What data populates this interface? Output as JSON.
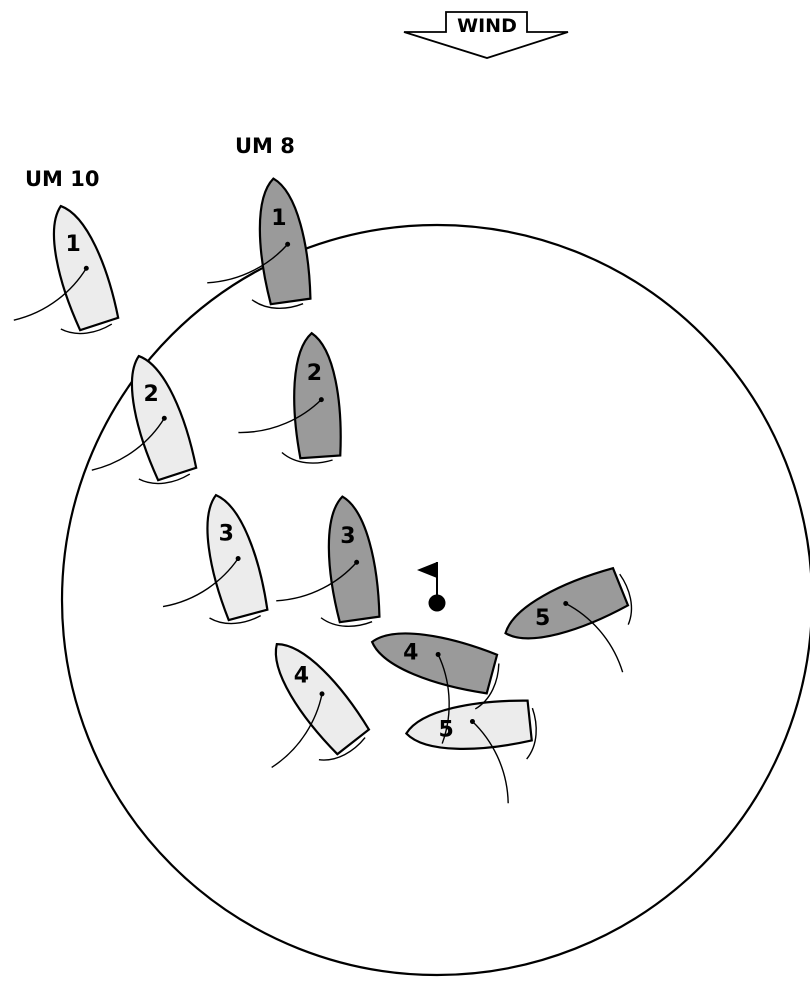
{
  "wind": {
    "label": "WIND"
  },
  "boats": [
    {
      "id": "um10",
      "label": "UM 10",
      "shade": "light",
      "positions": [
        "1",
        "2",
        "3",
        "4",
        "5"
      ]
    },
    {
      "id": "um8",
      "label": "UM 8",
      "shade": "dark",
      "positions": [
        "1",
        "2",
        "3",
        "4",
        "5"
      ]
    }
  ],
  "colors": {
    "um10_hull": "#ececec",
    "um8_hull": "#9a9a9a",
    "outline": "#000000"
  },
  "icons": {
    "mark": "flag-mark-icon",
    "wind": "wind-arrow-icon"
  }
}
